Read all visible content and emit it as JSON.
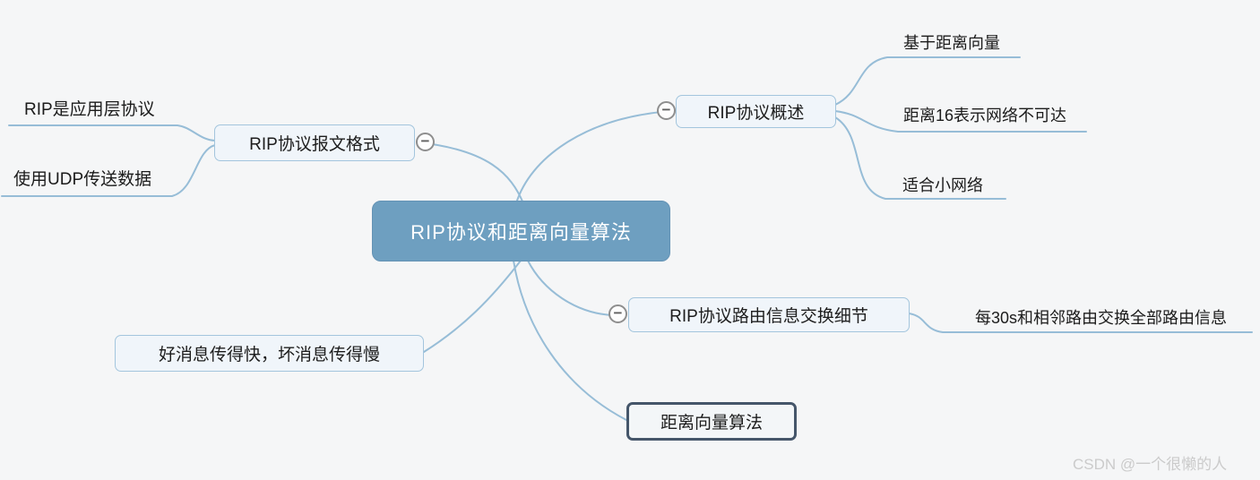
{
  "root": {
    "label": "RIP协议和距离向量算法"
  },
  "branches": {
    "msg_format": {
      "label": "RIP协议报文格式"
    },
    "overview": {
      "label": "RIP协议概述"
    },
    "exchange": {
      "label": "RIP协议路由信息交换细节"
    },
    "good_news": {
      "label": "好消息传得快，坏消息传得慢"
    },
    "dv_algo": {
      "label": "距离向量算法"
    }
  },
  "leaves": {
    "app_layer": {
      "label": "RIP是应用层协议"
    },
    "udp": {
      "label": "使用UDP传送数据"
    },
    "distance_vector": {
      "label": "基于距离向量"
    },
    "distance_16": {
      "label": "距离16表示网络不可达"
    },
    "small_network": {
      "label": "适合小网络"
    },
    "every_30s": {
      "label": "每30s和相邻路由交换全部路由信息"
    }
  },
  "icons": {
    "collapse_minus": "−"
  },
  "watermark": {
    "text": "CSDN @一个很懒的人"
  },
  "colors": {
    "background": "#f5f6f7",
    "root_fill": "#6e9fc0",
    "root_text": "#ffffff",
    "branch_fill": "#f0f5fa",
    "branch_border": "#a3c5dd",
    "emphasis_border": "#45566a",
    "edge": "#97bdd7",
    "text": "#1d1d1d",
    "watermark": "#cbcbcb"
  }
}
